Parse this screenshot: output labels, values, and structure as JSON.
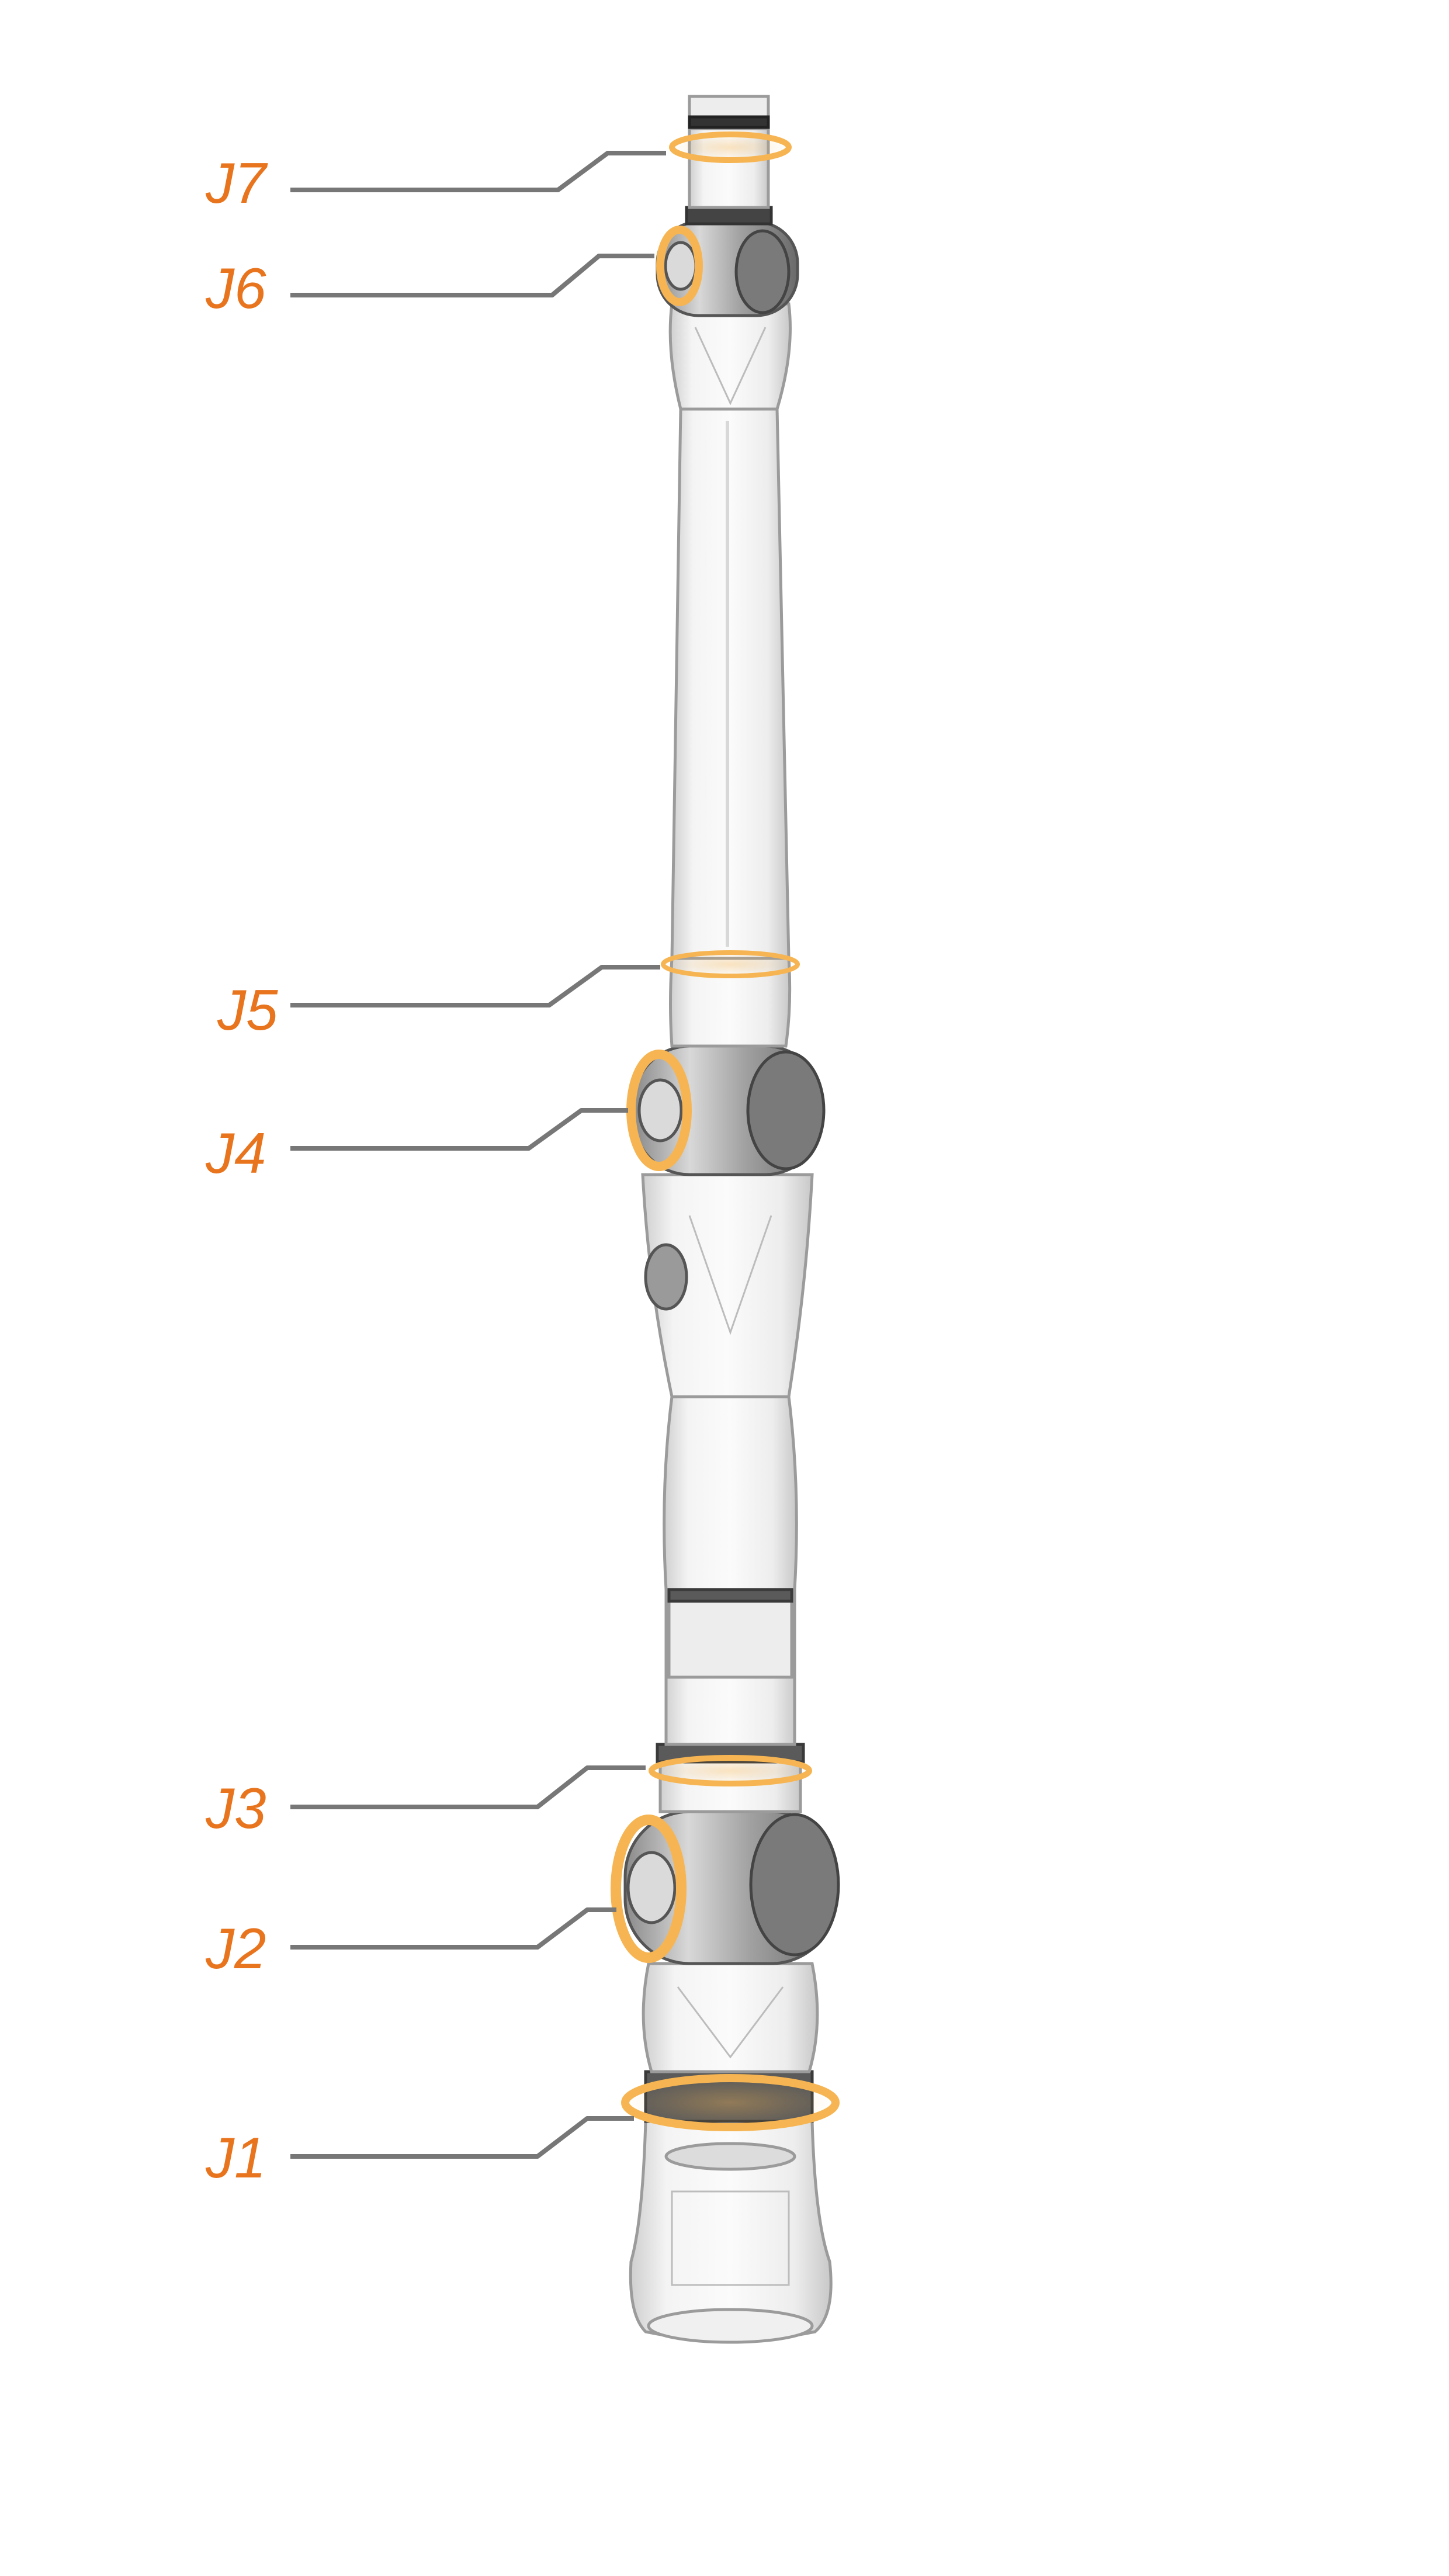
{
  "colors": {
    "label": "#E8741E",
    "ring": "#F6B552",
    "leader": "#777777",
    "body_fill": "#e7e7e7",
    "body_stroke": "#9b9b9b",
    "motor_dark": "#4a4a4a"
  },
  "joints": [
    {
      "id": "J7",
      "label": "J7"
    },
    {
      "id": "J6",
      "label": "J6"
    },
    {
      "id": "J5",
      "label": "J5"
    },
    {
      "id": "J4",
      "label": "J4"
    },
    {
      "id": "J3",
      "label": "J3"
    },
    {
      "id": "J2",
      "label": "J2"
    },
    {
      "id": "J1",
      "label": "J1"
    }
  ]
}
